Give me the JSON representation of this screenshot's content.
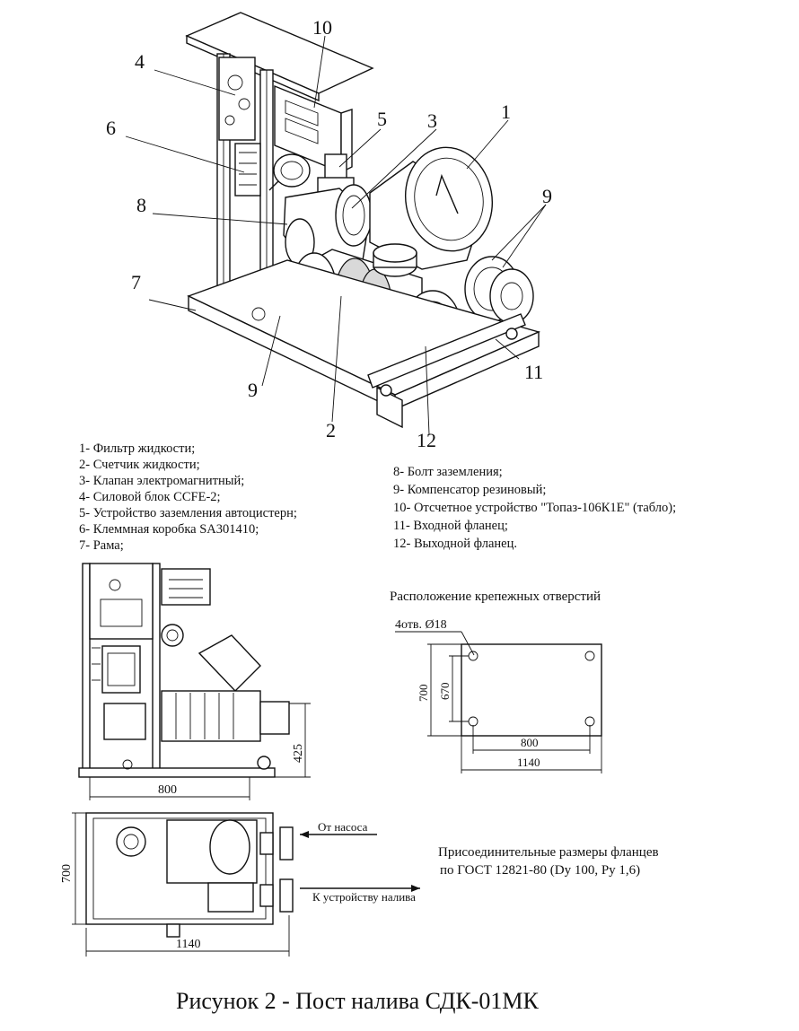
{
  "callouts": [
    "1",
    "2",
    "3",
    "4",
    "5",
    "6",
    "7",
    "8",
    "9",
    "9",
    "10",
    "11",
    "12"
  ],
  "legend_left": [
    "1- Фильтр жидкости;",
    "2- Счетчик жидкости;",
    "3- Клапан электромагнитный;",
    "4- Силовой блок CCFE-2;",
    "5- Устройство заземления автоцистерн;",
    "6- Клеммная коробка SA301410;",
    "7- Рама;"
  ],
  "legend_right": [
    "8- Болт заземления;",
    "9- Компенсатор резиновый;",
    "10- Отсчетное устройство \"Топаз-106К1Е\" (табло);",
    "11- Входной фланец;",
    "12- Выходной фланец."
  ],
  "mount": {
    "title": "Расположение крепежных отверстий",
    "holes": "4отв. Ø18",
    "dim_height_outer": "700",
    "dim_height_inner": "670",
    "dim_width_inner": "800",
    "dim_width_outer": "1140"
  },
  "front_view": {
    "dim_width": "800",
    "dim_height": "425"
  },
  "top_view": {
    "dim_height": "700",
    "dim_width": "1140",
    "from_pump": "От насоса",
    "to_filler": "К устройству налива"
  },
  "flange_note": [
    "Присоединительные размеры фланцев",
    "по ГОСТ 12821-80 (Dy 100, Py 1,6)"
  ],
  "caption": "Рисунок 2 - Пост налива СДК-01МК"
}
